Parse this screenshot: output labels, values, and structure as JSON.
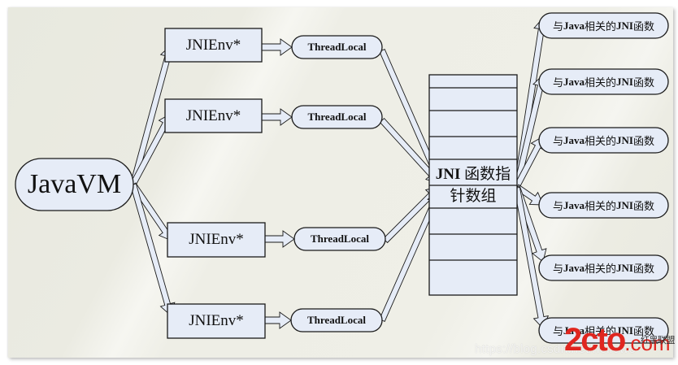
{
  "diagram": {
    "root": {
      "id": "javavm",
      "label": "JavaVM"
    },
    "envs": [
      {
        "id": "env1",
        "label": "JNIEnv*",
        "thread_label": "ThreadLocal"
      },
      {
        "id": "env2",
        "label": "JNIEnv*",
        "thread_label": "ThreadLocal"
      },
      {
        "id": "env3",
        "label": "JNIEnv*",
        "thread_label": "ThreadLocal"
      },
      {
        "id": "env4",
        "label": "JNIEnv*",
        "thread_label": "ThreadLocal"
      }
    ],
    "table": {
      "label_line1_latin": "JNI",
      "label_line1_cn": " 函数指",
      "label_line2": "针数组",
      "row_count": 9
    },
    "functions": [
      {
        "prefix": "与",
        "java": "Java",
        "mid": "相关的",
        "jni": "JNI",
        "suffix": "函数"
      },
      {
        "prefix": "与",
        "java": "Java",
        "mid": "相关的",
        "jni": "JNI",
        "suffix": "函数"
      },
      {
        "prefix": "与",
        "java": "Java",
        "mid": "相关的",
        "jni": "JNI",
        "suffix": "函数"
      },
      {
        "prefix": "与",
        "java": "Java",
        "mid": "相关的",
        "jni": "JNI",
        "suffix": "函数"
      },
      {
        "prefix": "与",
        "java": "Java",
        "mid": "相关的",
        "jni": "JNI",
        "suffix": "函数"
      },
      {
        "prefix": "与",
        "java": "Java",
        "mid": "相关的",
        "jni": "JNI",
        "suffix": "函数"
      }
    ],
    "colors": {
      "node_fill": "#e6ecf7",
      "stroke": "#1a1a1a",
      "arrow_fill": "#e6ecf7"
    }
  },
  "watermark": {
    "url": "https://blog.csdn.net/hellowo",
    "logo": "2cto",
    "logo_suffix": ".com",
    "cn": "红黑联盟"
  }
}
